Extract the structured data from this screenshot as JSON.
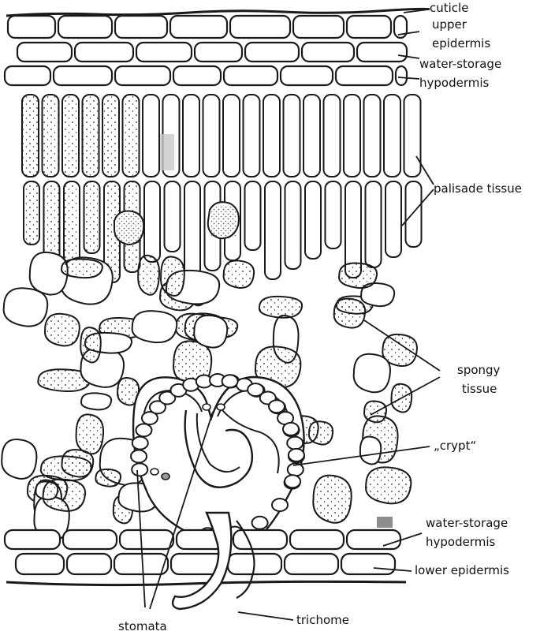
{
  "labels": {
    "cuticle": "cuticle",
    "upper_epidermis_1": "upper",
    "upper_epidermis_2": "epidermis",
    "upper_hypodermis_1": "water-storage",
    "upper_hypodermis_2": "hypodermis",
    "palisade": "palisade tissue",
    "spongy_1": "spongy",
    "spongy_2": "tissue",
    "crypt": "„crypt“",
    "lower_hypodermis_1": "water-storage",
    "lower_hypodermis_2": "hypodermis",
    "lower_epidermis": "lower epidermis",
    "trichome": "trichome",
    "stomata": "stomata"
  },
  "colors": {
    "ink": "#1a1a1a",
    "cell_fill": "#ffffff",
    "shade": "#c8c8c8"
  }
}
